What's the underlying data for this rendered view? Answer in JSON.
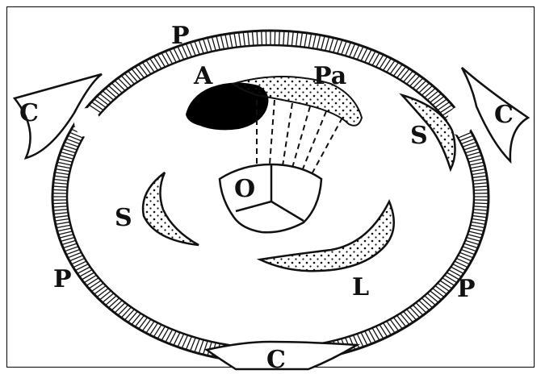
{
  "figure": {
    "labels": {
      "p_top": "P",
      "p_left": "P",
      "p_right": "P",
      "c_left": "C",
      "c_right": "C",
      "c_bottom": "C",
      "a": "A",
      "pa": "Pa",
      "s_left": "S",
      "s_right": "S",
      "o": "O",
      "l": "L"
    },
    "colors": {
      "ink": "#111111",
      "fill_dark": "#000000",
      "paper": "#ffffff"
    }
  }
}
